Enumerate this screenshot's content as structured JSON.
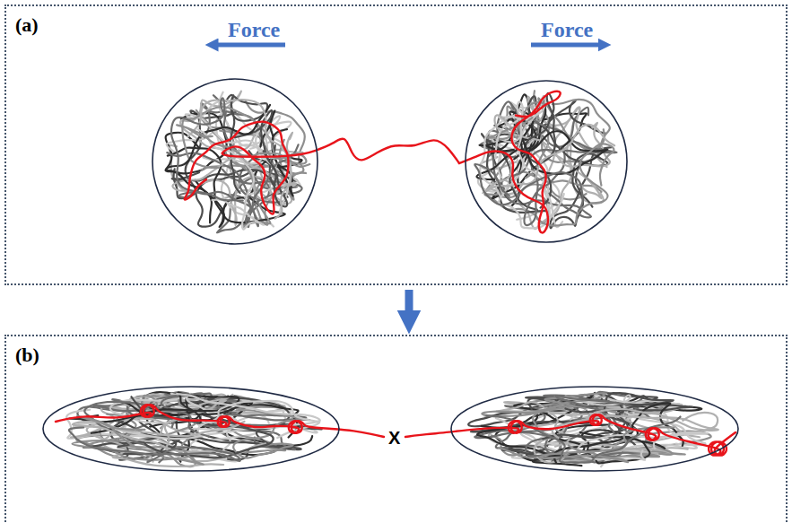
{
  "diagram": {
    "nodes": [
      {
        "text": [
          "(a)"
        ]
      },
      {
        "text": [
          "(b)"
        ]
      }
    ],
    "edges": [
      {
        "from": 0,
        "to": 1,
        "arrow": "to"
      }
    ],
    "labels": [
      "Force",
      "Force",
      "X"
    ]
  }
}
